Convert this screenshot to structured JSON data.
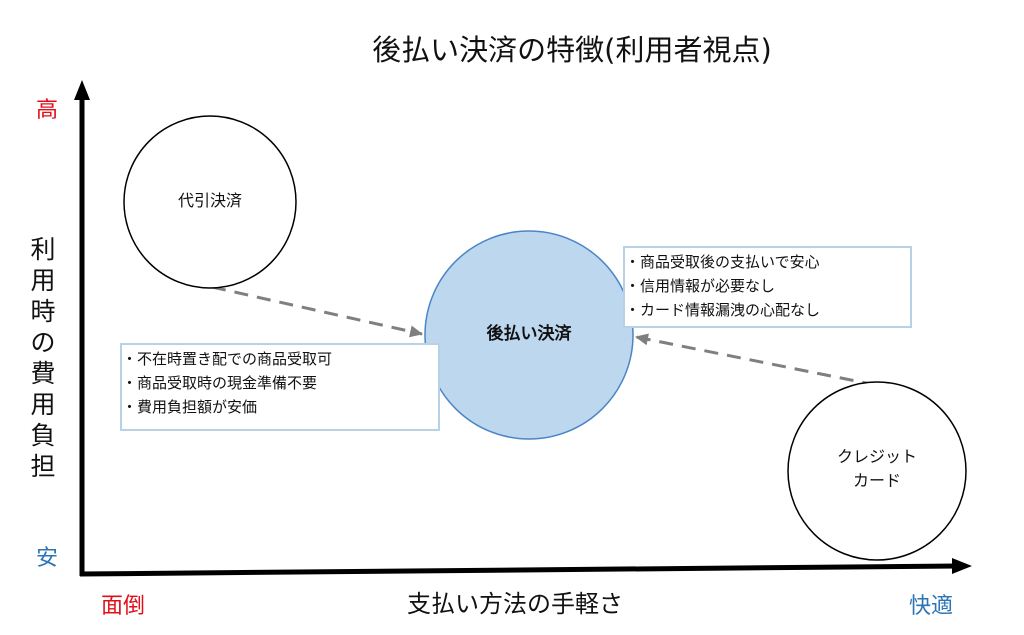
{
  "title": "後払い決済の特徴(利用者視点)",
  "axes": {
    "y": {
      "title": "利用時の費用負担",
      "high": "高",
      "low": "安"
    },
    "x": {
      "title": "支払い方法の手軽さ",
      "low": "面倒",
      "high": "快適"
    }
  },
  "nodes": {
    "cod": {
      "label": "代引決済"
    },
    "postpay": {
      "label": "後払い決済"
    },
    "credit": {
      "label_line1": "クレジット",
      "label_line2": "カード"
    }
  },
  "comparisons": {
    "vs_cod": [
      "不在時置き配での商品受取可",
      "商品受取時の現金準備不要",
      "費用負担額が安価"
    ],
    "vs_credit": [
      "商品受取後の支払いで安心",
      "信用情報が必要なし",
      "カード情報漏洩の心配なし"
    ]
  },
  "colors": {
    "axis_high_red": "#e0101a",
    "axis_low_blue": "#2e75b6",
    "postpay_fill": "#bdd7ee",
    "postpay_stroke": "#4a86c5",
    "box_border": "#b7d1e6",
    "arrow_gray": "#7f7f7f"
  }
}
